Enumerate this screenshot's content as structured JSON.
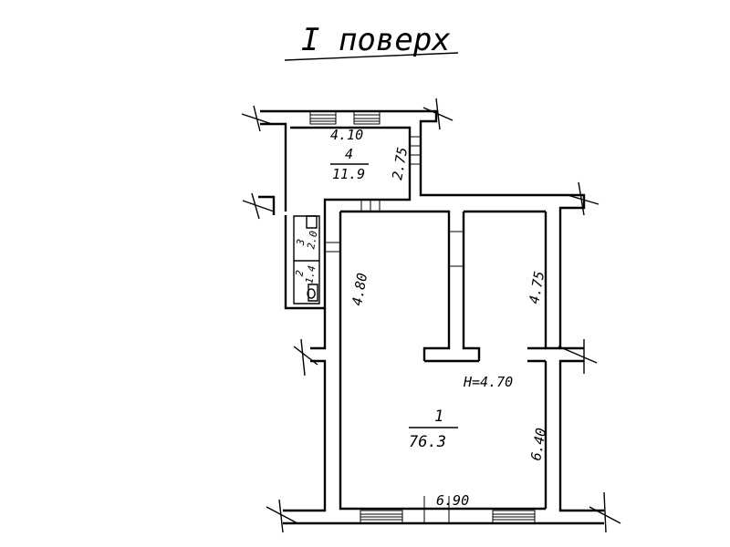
{
  "title": "I поверх",
  "rooms": [
    {
      "id": "1",
      "area": "76.3"
    },
    {
      "id": "2",
      "area": "1.4"
    },
    {
      "id": "3",
      "area": "2.0"
    },
    {
      "id": "4",
      "area": "11.9"
    }
  ],
  "dimensions": {
    "room4_width": "4.10",
    "room4_depth": "2.75",
    "left_wall": "4.80",
    "right_wall_upper": "4.75",
    "right_wall_lower": "6.40",
    "bottom": "6.90",
    "height": "H=4.70"
  }
}
